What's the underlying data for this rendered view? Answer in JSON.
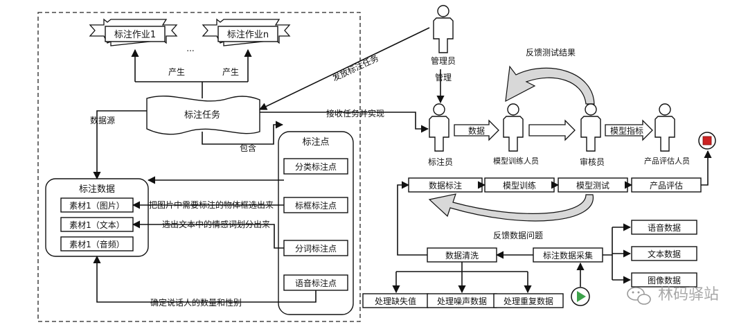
{
  "colors": {
    "stroke": "#111111",
    "dashed_border": "#222222",
    "play_icon": "#3da24a",
    "stop_icon": "#cc2222",
    "curved_arrow_fill": "#d8d8d8"
  },
  "left": {
    "doc_1": "标注作业1",
    "doc_n": "标注作业n",
    "ellipsis": "...",
    "produce_1": "产生",
    "produce_2": "产生",
    "task": "标注任务",
    "data_source": "数据源",
    "contains": "包含",
    "data_group": {
      "title": "标注数据",
      "items": [
        "素材1（图片）",
        "素材1（文本）",
        "素材1（音频）"
      ]
    },
    "points_group": {
      "title": "标注点",
      "items": [
        "分类标注点",
        "标框标注点",
        "分词标注点",
        "语音标注点"
      ]
    },
    "note_image": "把图片中需要标注的物体框选出来",
    "note_text": "选出文本中的情感词划分出来",
    "note_audio": "确定说话人的数量和性别"
  },
  "right": {
    "admin": "管理员",
    "manage": "管理",
    "dispatch": "发放标注任务",
    "receive": "接收任务并实现",
    "feedback_test": "反馈测试结果",
    "roles": [
      "标注员",
      "模型训练人员",
      "审核员",
      "产品评估人员"
    ],
    "arrow_data": "数据",
    "arrow_metrics": "模型指标",
    "pipeline": [
      "数据标注",
      "模型训练",
      "模型测试",
      "产品评估"
    ],
    "feedback_data": "反馈数据问题",
    "collect": "标注数据采集",
    "clean": "数据清洗",
    "clean_outputs": [
      "处理缺失值",
      "处理噪声数据",
      "处理重复数据"
    ],
    "sources": [
      "语音数据",
      "文本数据",
      "图像数据"
    ]
  },
  "watermark": "林码驿站"
}
